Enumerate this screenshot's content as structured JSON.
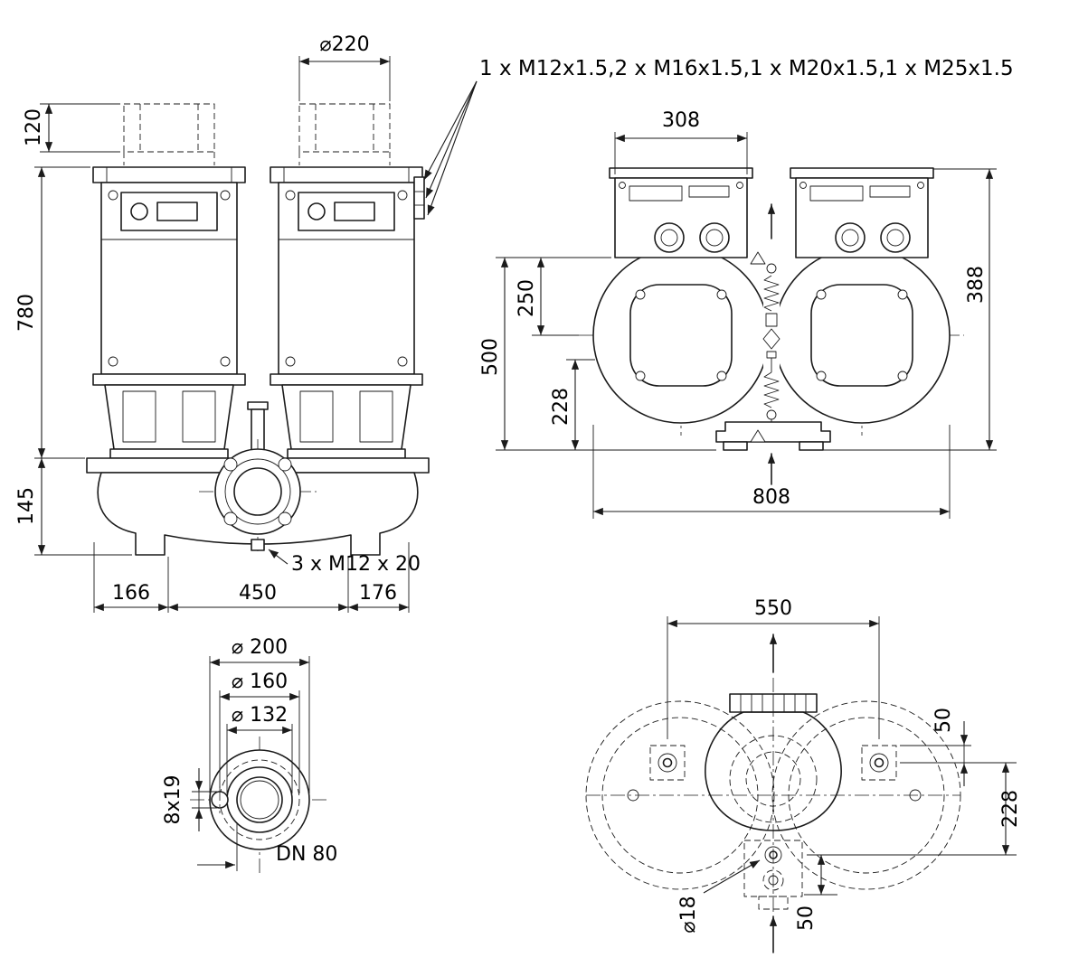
{
  "drawing": {
    "ink_color": "#1b1b1b",
    "front_view": {
      "dia220": "⌀220",
      "h120": "120",
      "h780": "780",
      "h145": "145",
      "w166": "166",
      "w450": "450",
      "w176": "176",
      "tap_note": "3 x M12 x 20",
      "gland_note": "1 x M12x1.5,2 x M16x1.5,1 x M20x1.5,1 x M25x1.5"
    },
    "side_view": {
      "w308": "308",
      "h388": "388",
      "h250": "250",
      "h500": "500",
      "h228": "228",
      "w808": "808"
    },
    "flange_view": {
      "dia200": "⌀ 200",
      "dia160": "⌀ 160",
      "dia132": "⌀ 132",
      "slot": "8x19",
      "dn": "DN 80"
    },
    "plan_view": {
      "w550": "550",
      "h50_upper": "50",
      "h228": "228",
      "dia18": "⌀18",
      "h50_lower": "50"
    }
  }
}
